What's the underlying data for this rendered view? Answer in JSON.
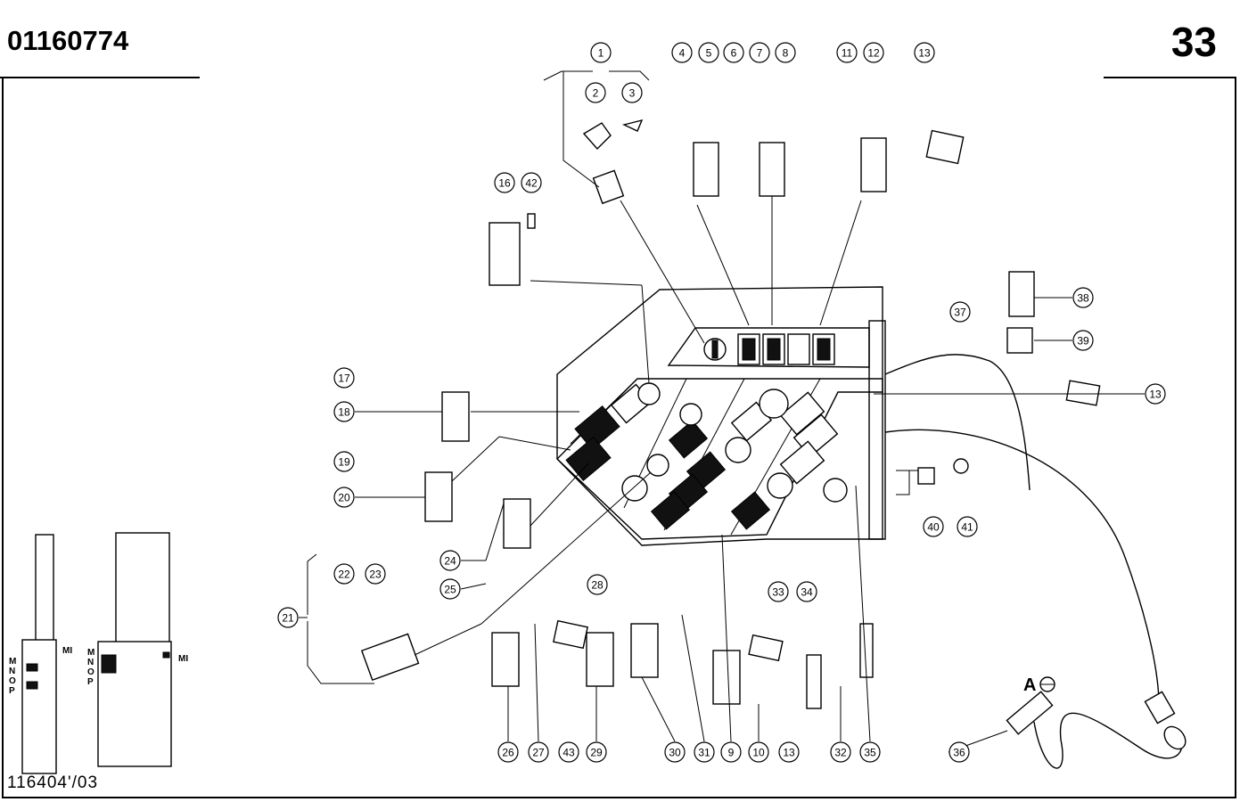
{
  "header": {
    "document_number": "01160774",
    "page_number": "33"
  },
  "footer": {
    "drawing_code": "116404'/03"
  },
  "inset": {
    "labels_left": [
      "M",
      "N",
      "O",
      "P"
    ],
    "label_left_mi": "MI",
    "labels_right": [
      "M",
      "N",
      "O",
      "P"
    ],
    "label_right_mi": "MI"
  },
  "detail_marker": {
    "label": "A"
  },
  "callouts": [
    "1",
    "2",
    "3",
    "4",
    "5",
    "6",
    "7",
    "8",
    "11",
    "12",
    "13",
    "16",
    "42",
    "38",
    "39",
    "37",
    "13",
    "17",
    "18",
    "19",
    "20",
    "24",
    "25",
    "21",
    "22",
    "23",
    "28",
    "33",
    "34",
    "40",
    "41",
    "26",
    "27",
    "43",
    "29",
    "30",
    "31",
    "9",
    "10",
    "13",
    "32",
    "35",
    "36"
  ]
}
